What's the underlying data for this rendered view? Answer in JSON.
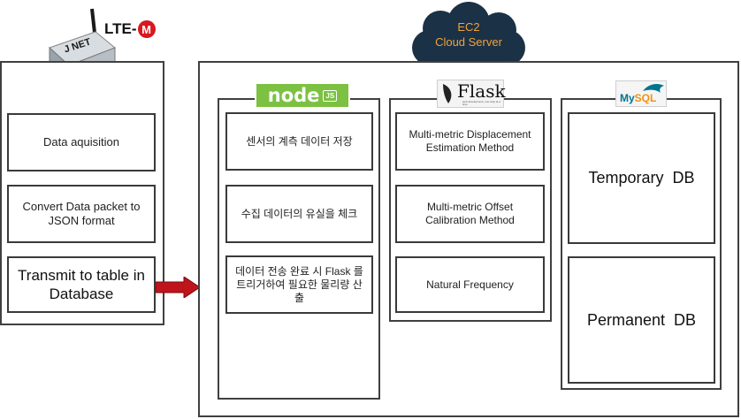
{
  "device": {
    "brand": "J NET",
    "network_label": "LTE-M",
    "network_prefix": "LTE-",
    "network_suffix": "M"
  },
  "cloud": {
    "line1": "EC2",
    "line2": "Cloud Server"
  },
  "left_panel": {
    "steps": [
      "Data aquisition",
      "Convert Data packet to JSON format",
      "Transmit to table in Database"
    ]
  },
  "node_column": {
    "logo_text": "node",
    "logo_badge": "JS",
    "steps": [
      "센서의 계측 데이터 저장",
      "수집 데이터의 유실을 체크",
      "데이터 전송 완료 시 Flask 를 트리거하여 필요한 물리량 산출"
    ]
  },
  "flask_column": {
    "logo_text": "Flask",
    "logo_tagline": "web development, one drop at a time",
    "steps": [
      "Multi-metric Displacement Estimation Method",
      "Multi-metric Offset Calibration Method",
      "Natural Frequency"
    ]
  },
  "mysql_column": {
    "logo_text_a": "My",
    "logo_text_b": "SQL",
    "tables": [
      "Temporary  DB",
      "Permanent  DB"
    ]
  },
  "colors": {
    "node_green": "#7cc142",
    "arrow_red": "#c0141c",
    "cloud_dark": "#1b3146",
    "cloud_text": "#f2a23a",
    "mysql_blue": "#00758f",
    "mysql_orange": "#f29111",
    "lte_red": "#d7191f"
  }
}
